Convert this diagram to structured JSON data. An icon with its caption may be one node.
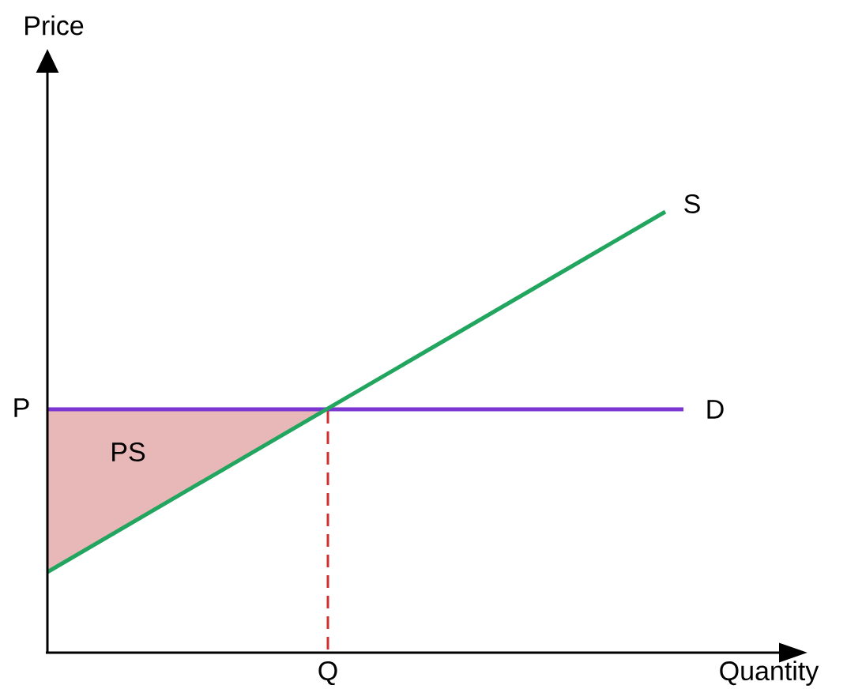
{
  "diagram": {
    "labels": [
      "Price",
      "S",
      "P",
      "D",
      "PS",
      "Q",
      "Quantity"
    ]
  }
}
